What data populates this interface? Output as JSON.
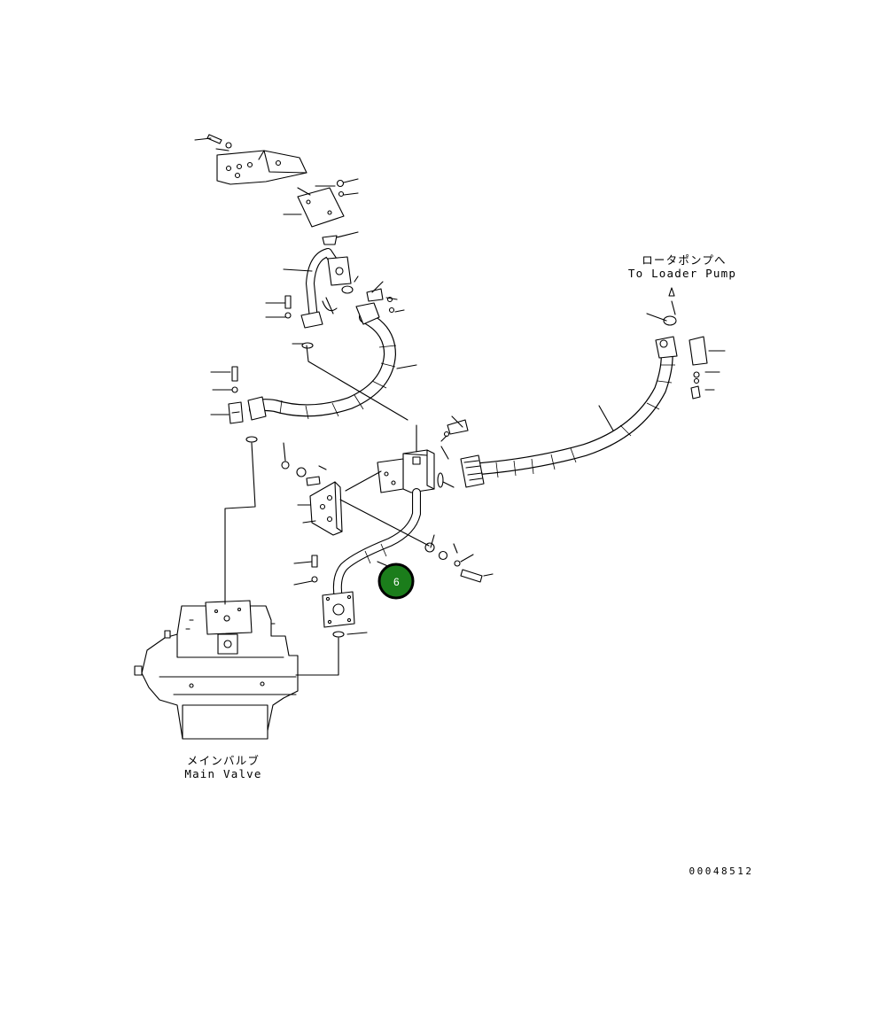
{
  "labels": {
    "loader_pump_jp": "ロータポンプへ",
    "loader_pump_en": "To Loader Pump",
    "main_valve_jp": "メインバルブ",
    "main_valve_en": "Main Valve",
    "drawing_number": "00048512"
  },
  "callout": {
    "number": "6",
    "color": "#1b7d1b"
  },
  "icons": [
    "leader-arrow-icon"
  ]
}
